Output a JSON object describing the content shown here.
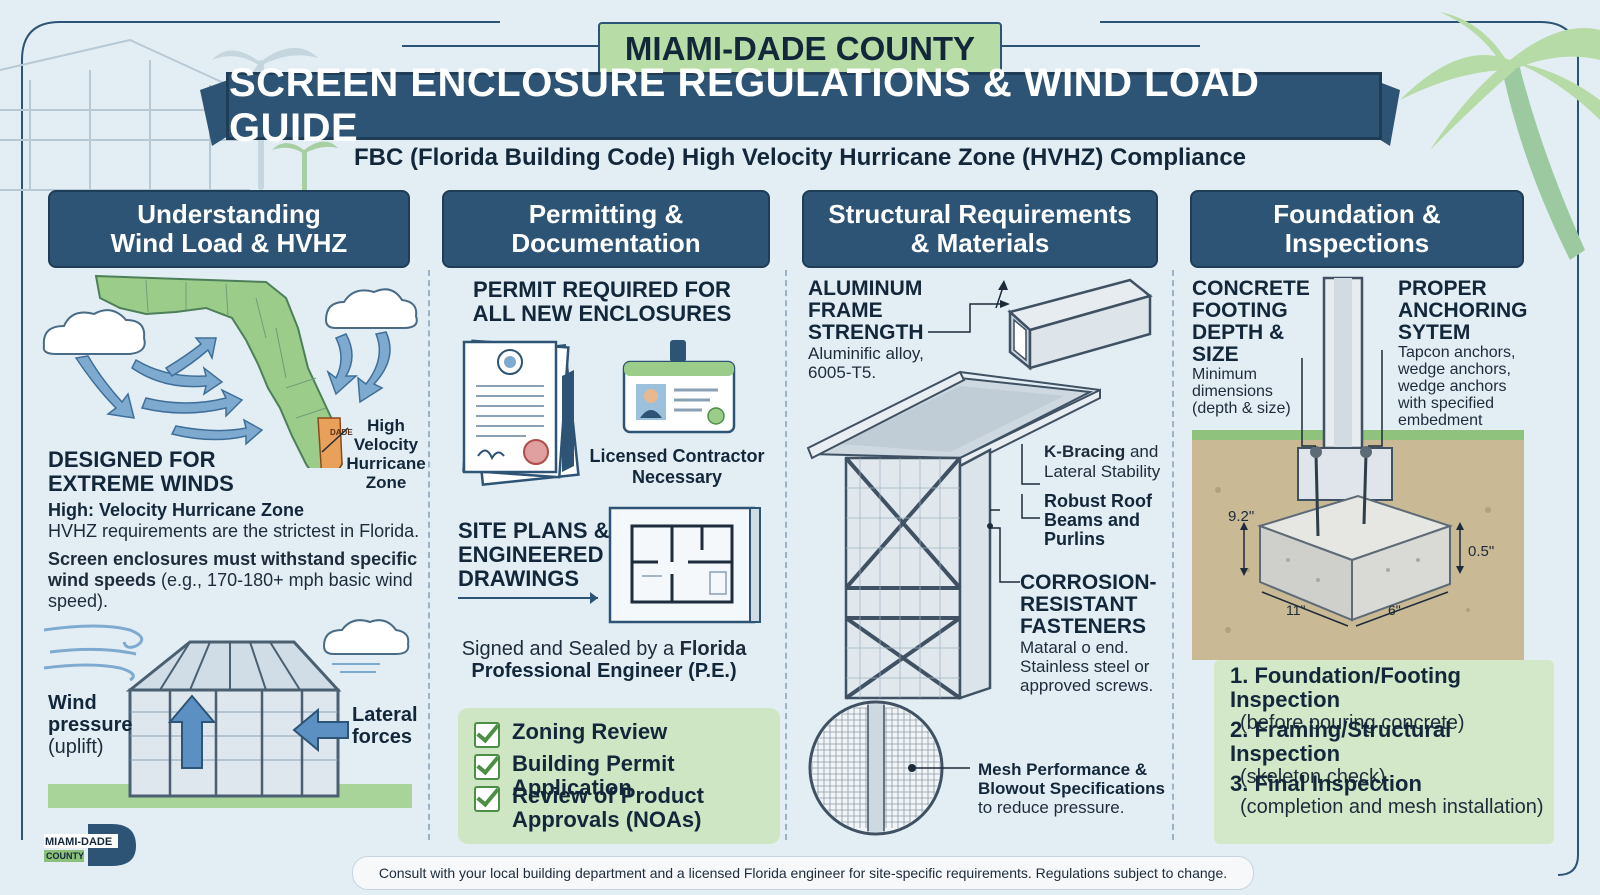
{
  "header": {
    "county": "MIAMI-DADE COUNTY",
    "title": "SCREEN ENCLOSURE REGULATIONS & WIND LOAD GUIDE",
    "subtitle": "FBC (Florida Building Code) High Velocity Hurricane Zone (HVHZ) Compliance"
  },
  "columns": [
    {
      "line1": "Understanding",
      "line2": "Wind Load & HVHZ"
    },
    {
      "line1": "Permitting &",
      "line2": "Documentation"
    },
    {
      "line1": "Structural Requirements",
      "line2": "& Materials"
    },
    {
      "line1": "Foundation &",
      "line2": "Inspections"
    }
  ],
  "wind": {
    "map_label_1": "High",
    "map_label_2": "Velocity",
    "map_label_3": "Hurricane",
    "map_label_4": "Zone",
    "county_tag": "DADE",
    "designed_1": "DESIGNED FOR",
    "designed_2": "EXTREME WINDS",
    "zone_line": "High: Velocity Hurricane Zone",
    "strictest": "HVHZ requirements are the strictest in Florida.",
    "withstand_bold_1": "Screen enclosures must withstand specific",
    "withstand_bold_2": "wind speeds",
    "withstand_rest": " (e.g., 170-180+ mph basic wind",
    "withstand_3": "speed).",
    "pressure_1": "Wind",
    "pressure_2": "pressure",
    "pressure_3": "(uplift)",
    "lateral_1": "Lateral",
    "lateral_2": "forces"
  },
  "permit": {
    "required_1": "PERMIT REQUIRED FOR",
    "required_2": "ALL NEW ENCLOSURES",
    "contractor_1": "Licensed Contractor",
    "contractor_2": "Necessary",
    "site_1": "SITE PLANS &",
    "site_2": "ENGINEERED",
    "site_3": "DRAWINGS",
    "signed_pre": "Signed and Sealed by a ",
    "signed_bold": "Florida",
    "signed_2": "Professional Engineer (P.E.)",
    "checklist": [
      "Zoning Review",
      "Building Permit Application",
      "Review of Product",
      "Approvals (NOAs)"
    ]
  },
  "structural": {
    "alum_1": "ALUMINUM",
    "alum_2": "FRAME",
    "alum_3": "STRENGTH",
    "alloy_1": "Aluminific alloy,",
    "alloy_2": "6005-T5.",
    "kbrace_bold": "K-Bracing",
    "kbrace_rest": " and",
    "kbrace_2": "Lateral Stability",
    "roof_1": "Robust Roof",
    "roof_2": "Beams and",
    "roof_3": "Purlins",
    "corr_1": "CORROSION-",
    "corr_2": "RESISTANT",
    "corr_3": "FASTENERS",
    "mat_1": "Mataral o end.",
    "mat_2": "Stainless steel or",
    "mat_3": "approved screws.",
    "mesh_1": "Mesh Performance &",
    "mesh_2": "Blowout Specifications",
    "mesh_3": "to reduce pressure."
  },
  "foundation": {
    "footing_1": "CONCRETE",
    "footing_2": "FOOTING",
    "footing_3": "DEPTH &",
    "footing_4": "SIZE",
    "min_1": "Minimum",
    "min_2": "dimensions",
    "min_3": "(depth & size)",
    "anchor_1": "PROPER",
    "anchor_2": "ANCHORING",
    "anchor_3": "SYTEM",
    "anchors_1": "Tapcon anchors,",
    "anchors_2": "wedge anchors,",
    "anchors_3": "wedge anchors",
    "anchors_4": "with specified",
    "anchors_5": "embedment",
    "dim_depth": "9.2\"",
    "dim_height": "0.5\"",
    "dim_len": "11\"",
    "dim_wid": "6\"",
    "inspections": [
      {
        "title": "1. Foundation/Footing Inspection",
        "sub": "(before pouring concrete)"
      },
      {
        "title": "2. Framing/Structural Inspection",
        "sub": "(skeleton check)"
      },
      {
        "title": "3. Final Inspection",
        "sub": "(completion and mesh installation)"
      }
    ]
  },
  "logo": {
    "line1": "MIAMI-DADE",
    "line2": "COUNTY"
  },
  "footer": "Consult with your local building department and a licensed Florida engineer for site-specific requirements. Regulations subject to change.",
  "colors": {
    "navy": "#2e5475",
    "light_green": "#b7dca5",
    "background": "#e3eef4",
    "map_green": "#9ccc8a",
    "hvhz_orange": "#e8a05a"
  }
}
